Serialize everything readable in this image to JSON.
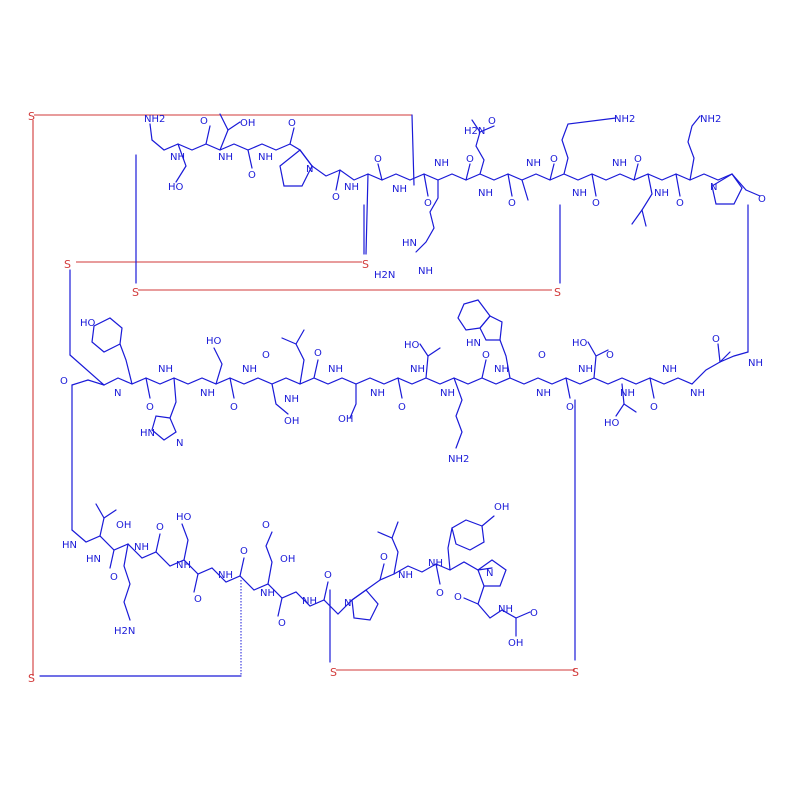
{
  "colors": {
    "bond": "#1a1ad8",
    "disulfide": "#d23a3a",
    "background": "#ffffff"
  },
  "labels": {
    "s": "S",
    "nh2": "NH2",
    "nh": "NH",
    "hn": "HN",
    "n": "N",
    "o": "O",
    "oh": "OH",
    "ho": "HO",
    "h2n": "H2N",
    "carboxyl_oh": "OH"
  }
}
